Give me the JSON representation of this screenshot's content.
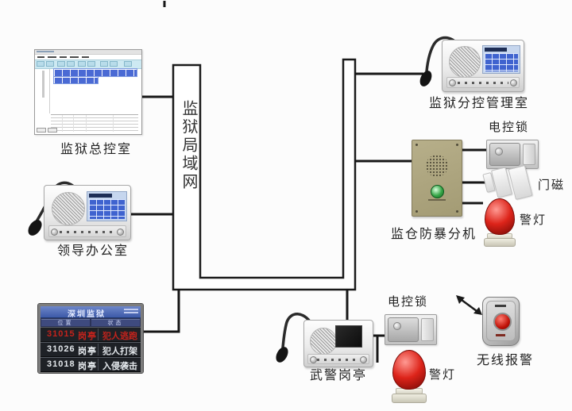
{
  "network": {
    "label": "监狱局域网"
  },
  "main_control_room": {
    "label": "监狱总控室"
  },
  "leader_office": {
    "label": "领导办公室"
  },
  "alarm_display": {
    "title": "深圳监狱",
    "col_location": "位置",
    "col_status": "状态",
    "rows": [
      {
        "id": "31015",
        "location": "岗亭",
        "event": "犯人逃跑"
      },
      {
        "id": "31026",
        "location": "岗亭",
        "event": "犯人打架"
      },
      {
        "id": "31018",
        "location": "岗亭",
        "event": "入侵袭击"
      }
    ]
  },
  "sub_control_room": {
    "label": "监狱分控管理室"
  },
  "cell_panel": {
    "label": "监仓防暴分机"
  },
  "lock_cell": {
    "label": "电控锁"
  },
  "door_magnet": {
    "label": "门磁"
  },
  "lamp_cell": {
    "label": "警灯"
  },
  "sentry_box": {
    "label": "武警岗亭"
  },
  "lock_sentry": {
    "label": "电控锁"
  },
  "lamp_sentry": {
    "label": "警灯"
  },
  "wireless_alarm": {
    "label": "无线报警"
  },
  "colors": {
    "wire": "#161616",
    "alarm_text_red": "#c4231c",
    "beacon_red": "#dd241a",
    "panel_tan": "#aea67e",
    "keypad_blue": "#3f63cf",
    "monitor_title_blue": "#4b69b5"
  }
}
